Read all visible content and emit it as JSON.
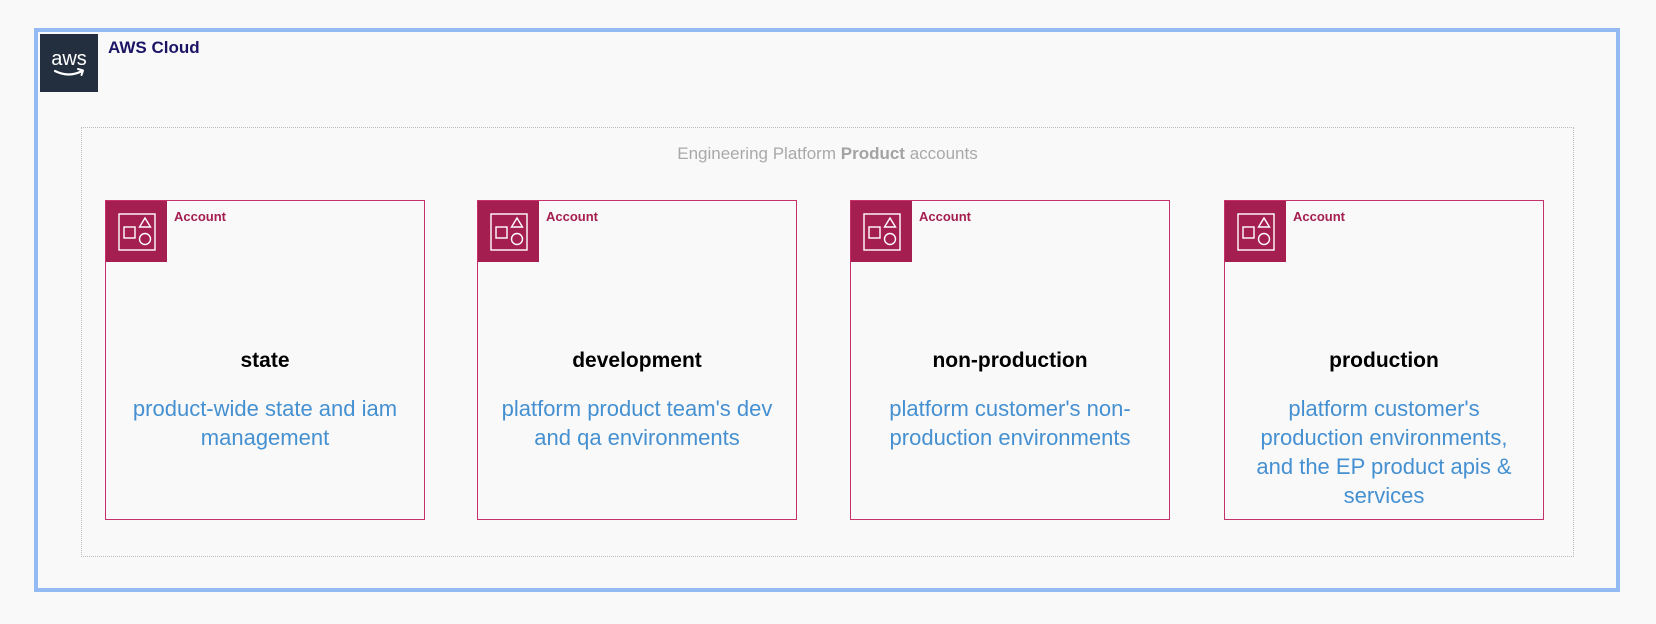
{
  "cloud": {
    "title": "AWS Cloud",
    "logo_icon": "aws-logo-icon",
    "logo_text": "aws",
    "border_color": "#93baf3"
  },
  "group": {
    "title_prefix": "Engineering Platform ",
    "title_bold": "Product",
    "title_suffix": " accounts"
  },
  "accounts": [
    {
      "label": "Account",
      "icon": "account-icon",
      "name": "state",
      "description": "product-wide state and iam management"
    },
    {
      "label": "Account",
      "icon": "account-icon",
      "name": "development",
      "description": "platform product team's dev and qa environments"
    },
    {
      "label": "Account",
      "icon": "account-icon",
      "name": "non-production",
      "description": "platform customer's non-production environments"
    },
    {
      "label": "Account",
      "icon": "account-icon",
      "name": "production",
      "description": "platform customer's production environments, and the EP product apis & services"
    }
  ],
  "colors": {
    "account_accent": "#a51e50",
    "account_border": "#c7306b",
    "description_text": "#4590d1",
    "aws_logo_bg": "#232f3e"
  }
}
